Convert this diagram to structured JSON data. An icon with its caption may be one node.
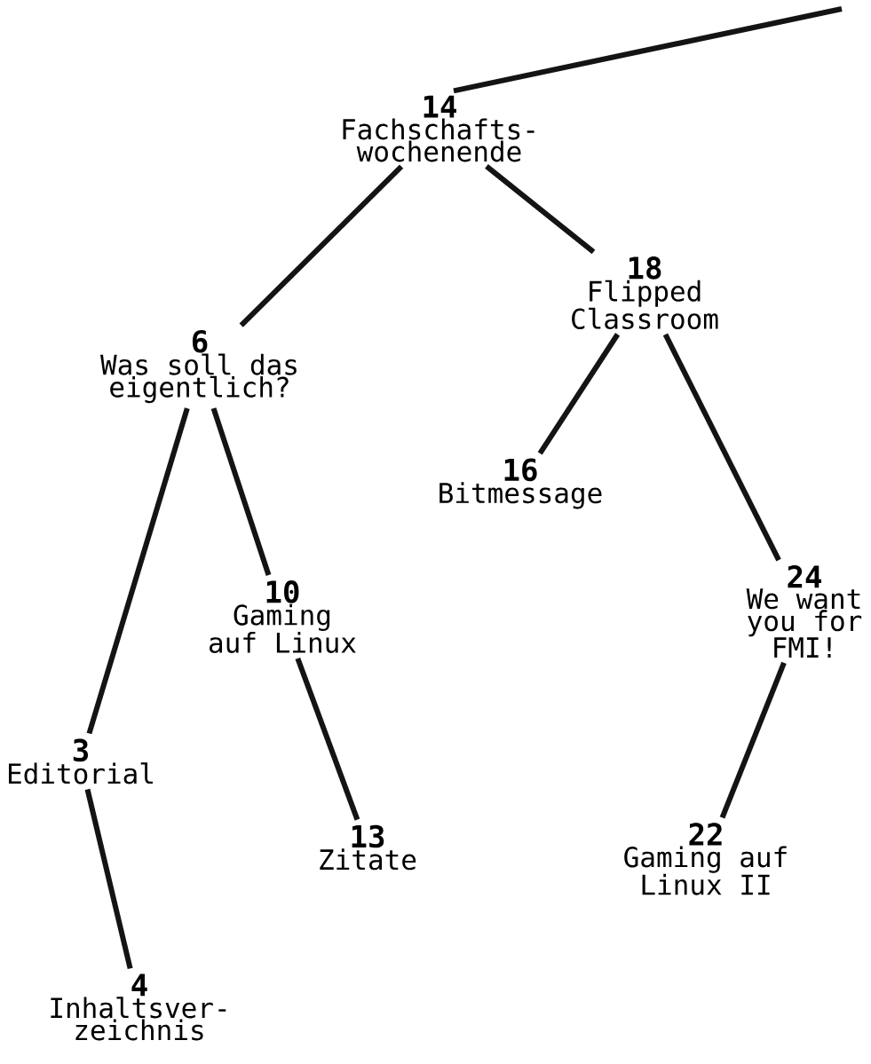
{
  "diagram": {
    "nodes": [
      {
        "text": [
          "14",
          "Fachschafts- wochenende"
        ]
      },
      {
        "text": [
          "6",
          "Was soll das eigentlich?"
        ]
      },
      {
        "text": [
          "18",
          "Flipped Classroom"
        ]
      },
      {
        "text": [
          "3",
          "Editorial"
        ]
      },
      {
        "text": [
          "4",
          "Inhaltsver- zeichnis"
        ]
      },
      {
        "text": [
          "10",
          "Gaming auf Linux"
        ]
      },
      {
        "text": [
          "13",
          "Zitate"
        ]
      },
      {
        "text": [
          "16",
          "Bitmessage"
        ]
      },
      {
        "text": [
          "24",
          "We want you for FMI!"
        ]
      },
      {
        "text": [
          "22",
          "Gaming auf Linux II"
        ]
      }
    ],
    "edges": [
      {
        "from": 0,
        "to": null,
        "arrow": "none"
      },
      {
        "from": 0,
        "to": 1,
        "arrow": "none"
      },
      {
        "from": 0,
        "to": 2,
        "arrow": "none"
      },
      {
        "from": 1,
        "to": 3,
        "arrow": "none"
      },
      {
        "from": 1,
        "to": 5,
        "arrow": "none"
      },
      {
        "from": 3,
        "to": 4,
        "arrow": "none"
      },
      {
        "from": 5,
        "to": 6,
        "arrow": "none"
      },
      {
        "from": 2,
        "to": 7,
        "arrow": "none"
      },
      {
        "from": 2,
        "to": 8,
        "arrow": "none"
      },
      {
        "from": 8,
        "to": 9,
        "arrow": "none"
      }
    ]
  }
}
